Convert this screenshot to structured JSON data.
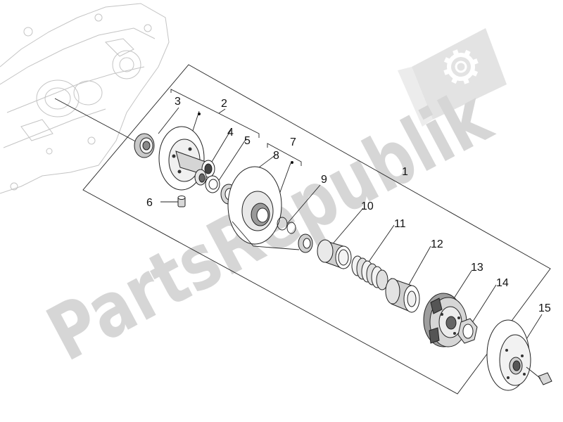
{
  "watermark": {
    "text": "PartsRepublik",
    "icon": "gear-icon"
  },
  "callouts": [
    "1",
    "2",
    "3",
    "4",
    "5",
    "6",
    "7",
    "8",
    "9",
    "10",
    "11",
    "12",
    "13",
    "14",
    "15"
  ]
}
